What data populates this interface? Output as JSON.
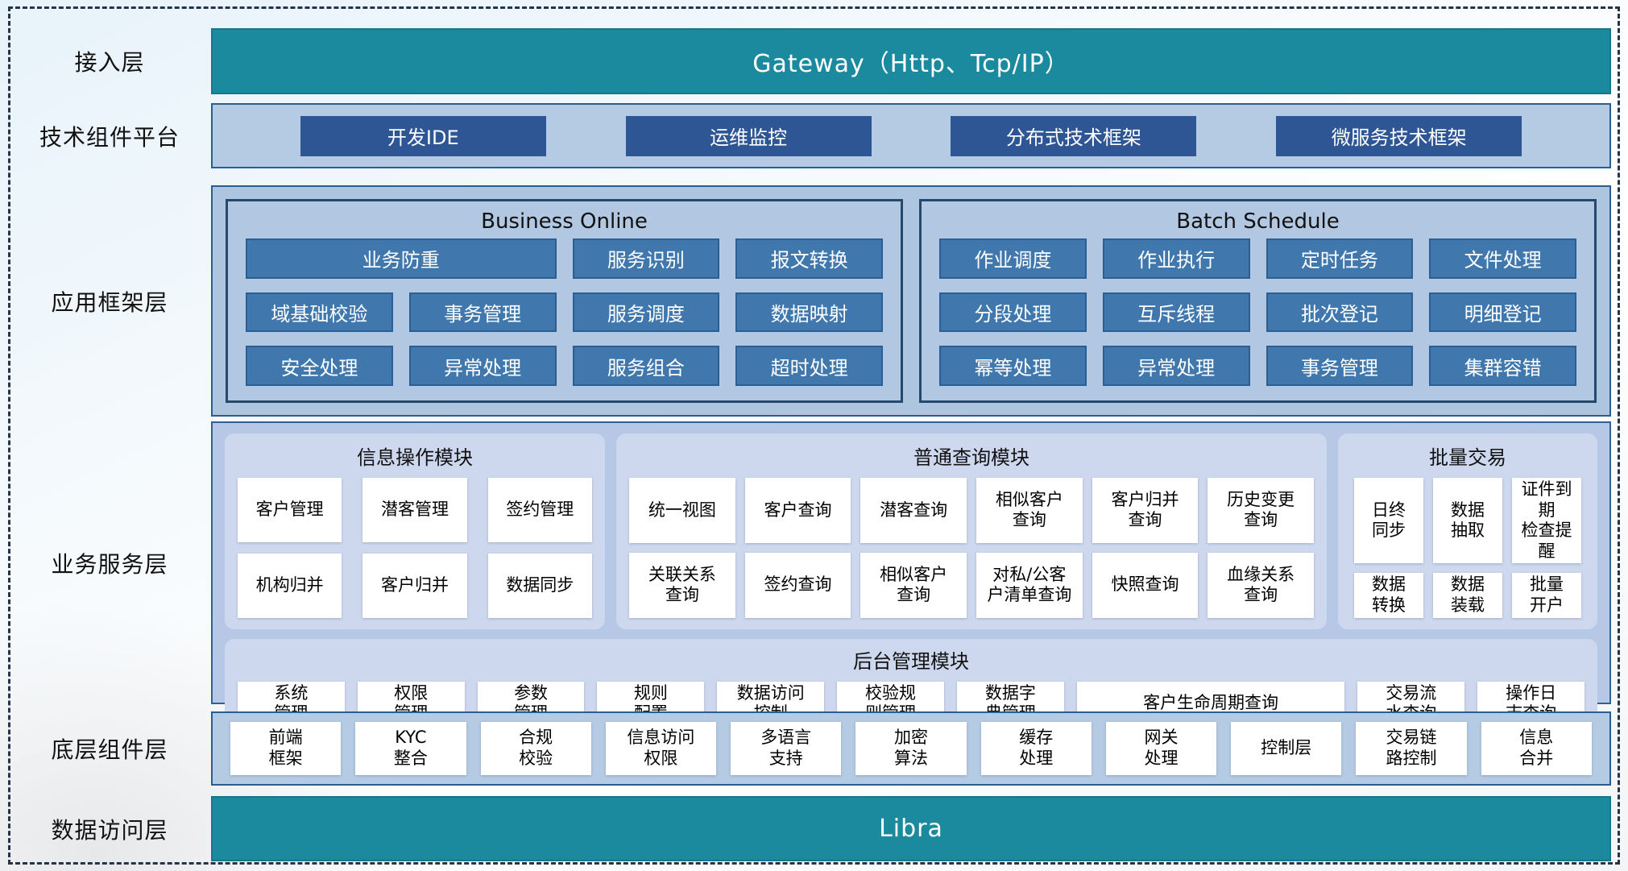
{
  "layers": {
    "access": {
      "label": "接入层",
      "gateway": "Gateway（Http、Tcp/IP）"
    },
    "tech": {
      "label": "技术组件平台",
      "buttons": [
        "开发IDE",
        "运维监控",
        "分布式技术框架",
        "微服务技术框架"
      ]
    },
    "framework": {
      "label": "应用框架层",
      "business_online": {
        "title": "Business Online",
        "buttons": [
          "业务防重",
          "服务识别",
          "报文转换",
          "域基础校验",
          "事务管理",
          "服务调度",
          "数据映射",
          "安全处理",
          "异常处理",
          "服务组合",
          "超时处理"
        ]
      },
      "batch_schedule": {
        "title": "Batch Schedule",
        "buttons": [
          "作业调度",
          "作业执行",
          "定时任务",
          "文件处理",
          "分段处理",
          "互斥线程",
          "批次登记",
          "明细登记",
          "幂等处理",
          "异常处理",
          "事务管理",
          "集群容错"
        ]
      }
    },
    "business": {
      "label": "业务服务层",
      "info_module": {
        "title": "信息操作模块",
        "buttons": [
          "客户管理",
          "潜客管理",
          "签约管理",
          "机构归并",
          "客户归并",
          "数据同步"
        ]
      },
      "query_module": {
        "title": "普通查询模块",
        "buttons": [
          "统一视图",
          "客户查询",
          "潜客查询",
          "相似客户\n查询",
          "客户归并\n查询",
          "历史变更\n查询",
          "关联关系\n查询",
          "签约查询",
          "相似客户\n查询",
          "对私/公客\n户清单查询",
          "快照查询",
          "血缘关系\n查询"
        ]
      },
      "batch_module": {
        "title": "批量交易",
        "buttons": [
          "日终\n同步",
          "数据\n抽取",
          "证件到期\n检查提醒",
          "数据\n转换",
          "数据\n装载",
          "批量\n开户"
        ]
      },
      "admin_module": {
        "title": "后台管理模块",
        "buttons": [
          "系统\n管理",
          "权限\n管理",
          "参数\n管理",
          "规则\n配置",
          "数据访问\n控制",
          "校验规\n则管理",
          "数据字\n典管理",
          "客户生命周期查询",
          "交易流\n水查询",
          "操作日\n志查询"
        ]
      }
    },
    "base": {
      "label": "底层组件层",
      "buttons": [
        "前端\n框架",
        "KYC\n整合",
        "合规\n校验",
        "信息访问\n权限",
        "多语言\n支持",
        "加密\n算法",
        "缓存\n处理",
        "网关\n处理",
        "控制层",
        "交易链\n路控制",
        "信息\n合并"
      ]
    },
    "data_access": {
      "label": "数据访问层",
      "bar": "Libra"
    }
  },
  "colors": {
    "teal_bar": "#1b8a9e",
    "navy_button": "#2f5694",
    "steel_button": "#4078ad",
    "light_container": "#b5cae3",
    "module_panel": "#cdd8ee",
    "panel_border": "#24486e"
  }
}
